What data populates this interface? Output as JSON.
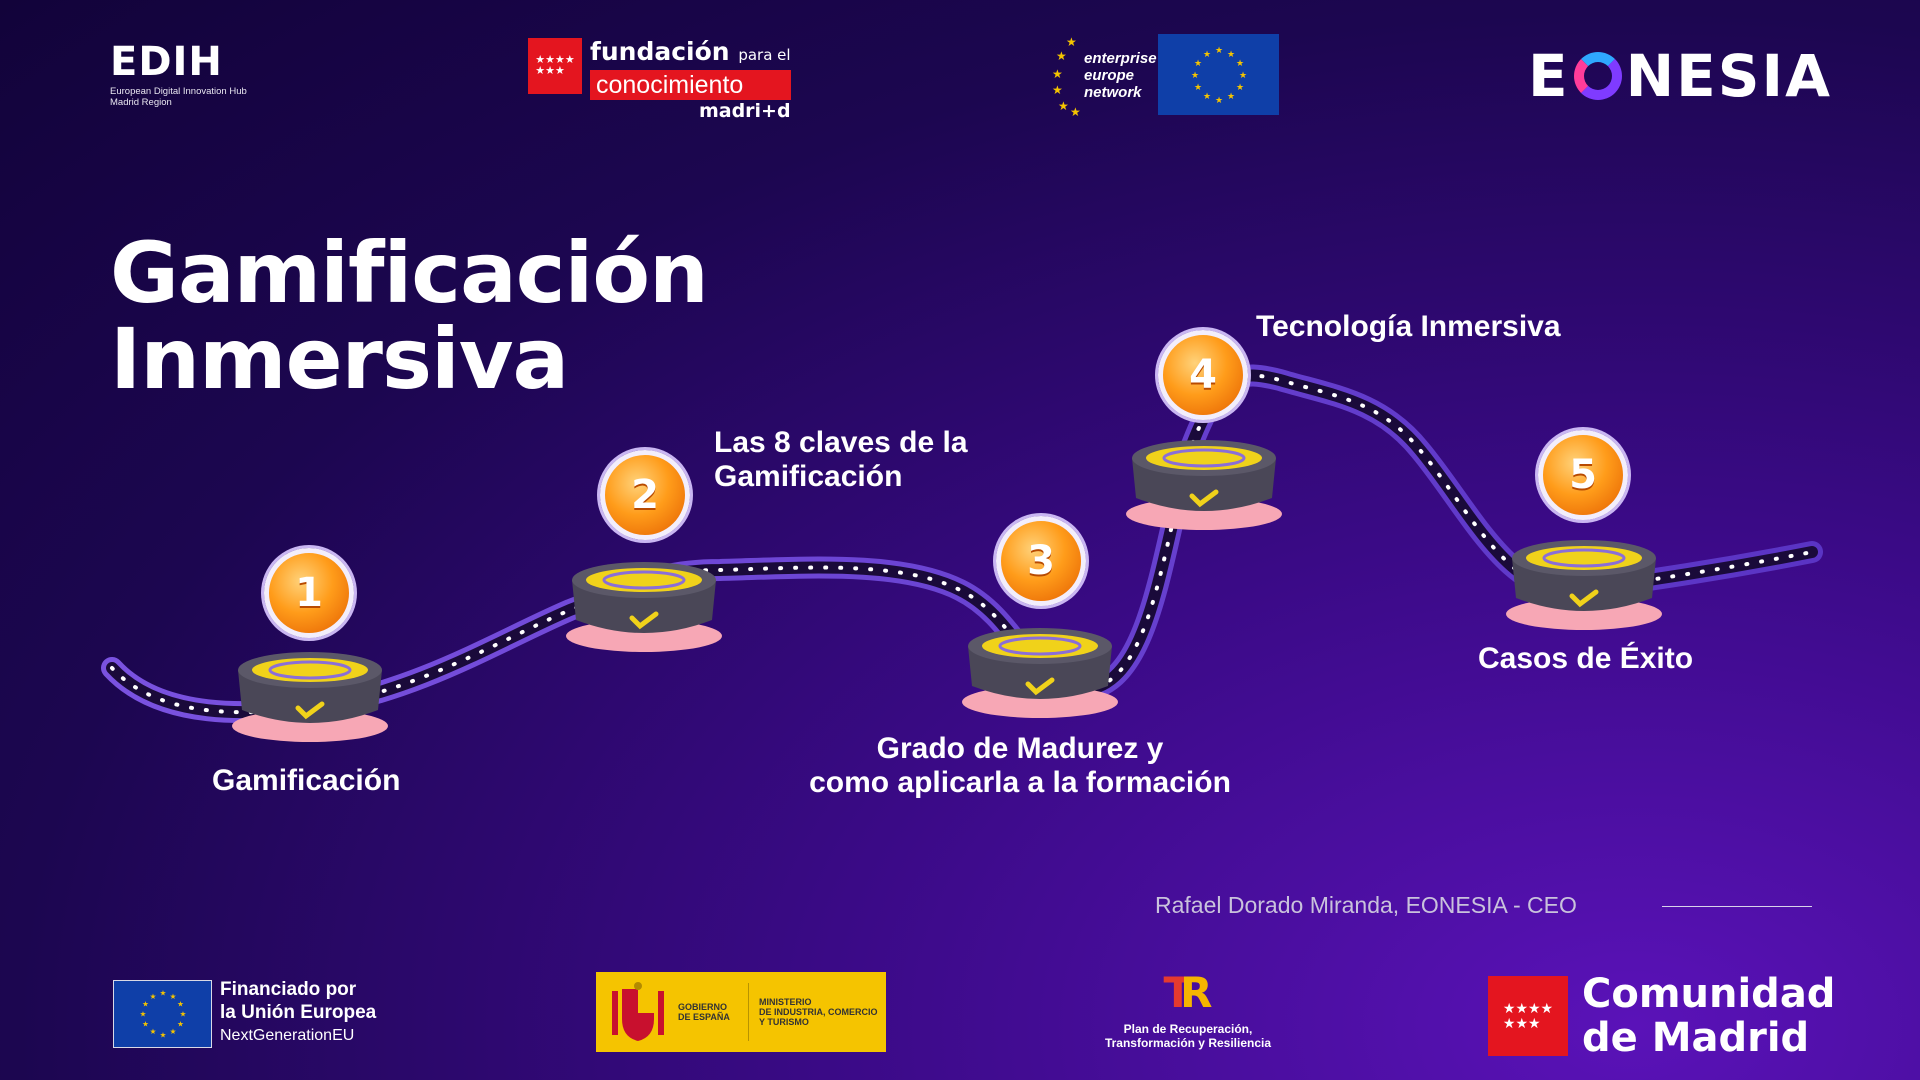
{
  "logos": {
    "edih": {
      "mark": "EDIH",
      "sub_line1": "European Digital Innovation Hub",
      "sub_line2": "Madrid Region"
    },
    "fundacion": {
      "line1": "fundación",
      "line1_small": "para el",
      "line2": "conocimiento",
      "line3": "madri+d"
    },
    "een": {
      "line1": "enterprise",
      "line2": "europe",
      "line3": "network"
    },
    "eonesia": {
      "pre": "E",
      "post": "NESIA"
    }
  },
  "title": {
    "line1": "Gamificación",
    "line2": "Inmersiva"
  },
  "steps": [
    {
      "number": "1",
      "label": "Gamificación"
    },
    {
      "number": "2",
      "label_line1": "Las 8 claves de la",
      "label_line2": "Gamificación"
    },
    {
      "number": "3",
      "label_line1": "Grado de Madurez y",
      "label_line2": "como aplicarla a la formación"
    },
    {
      "number": "4",
      "label": "Tecnología Inmersiva"
    },
    {
      "number": "5",
      "label": "Casos de Éxito"
    }
  ],
  "author": "Rafael Dorado Miranda, EONESIA - CEO",
  "footer": {
    "ngeu_line1": "Financiado por",
    "ngeu_line2": "la Unión Europea",
    "ngeu_line3": "NextGenerationEU",
    "gobierno_line1": "GOBIERNO",
    "gobierno_line2": "DE ESPAÑA",
    "ministerio_line1": "MINISTERIO",
    "ministerio_line2": "DE INDUSTRIA, COMERCIO",
    "ministerio_line3": "Y TURISMO",
    "plan_line1": "Plan de Recuperación,",
    "plan_line2": "Transformación y Resiliencia",
    "cm_line1": "Comunidad",
    "cm_line2": "de Madrid"
  },
  "colors": {
    "accent_red": "#e4151f",
    "eu_blue": "#0f3fa8",
    "coin_orange": "#ff9c1a",
    "track_purple": "#6b3fd8",
    "gobierno_yellow": "#f5c400"
  }
}
